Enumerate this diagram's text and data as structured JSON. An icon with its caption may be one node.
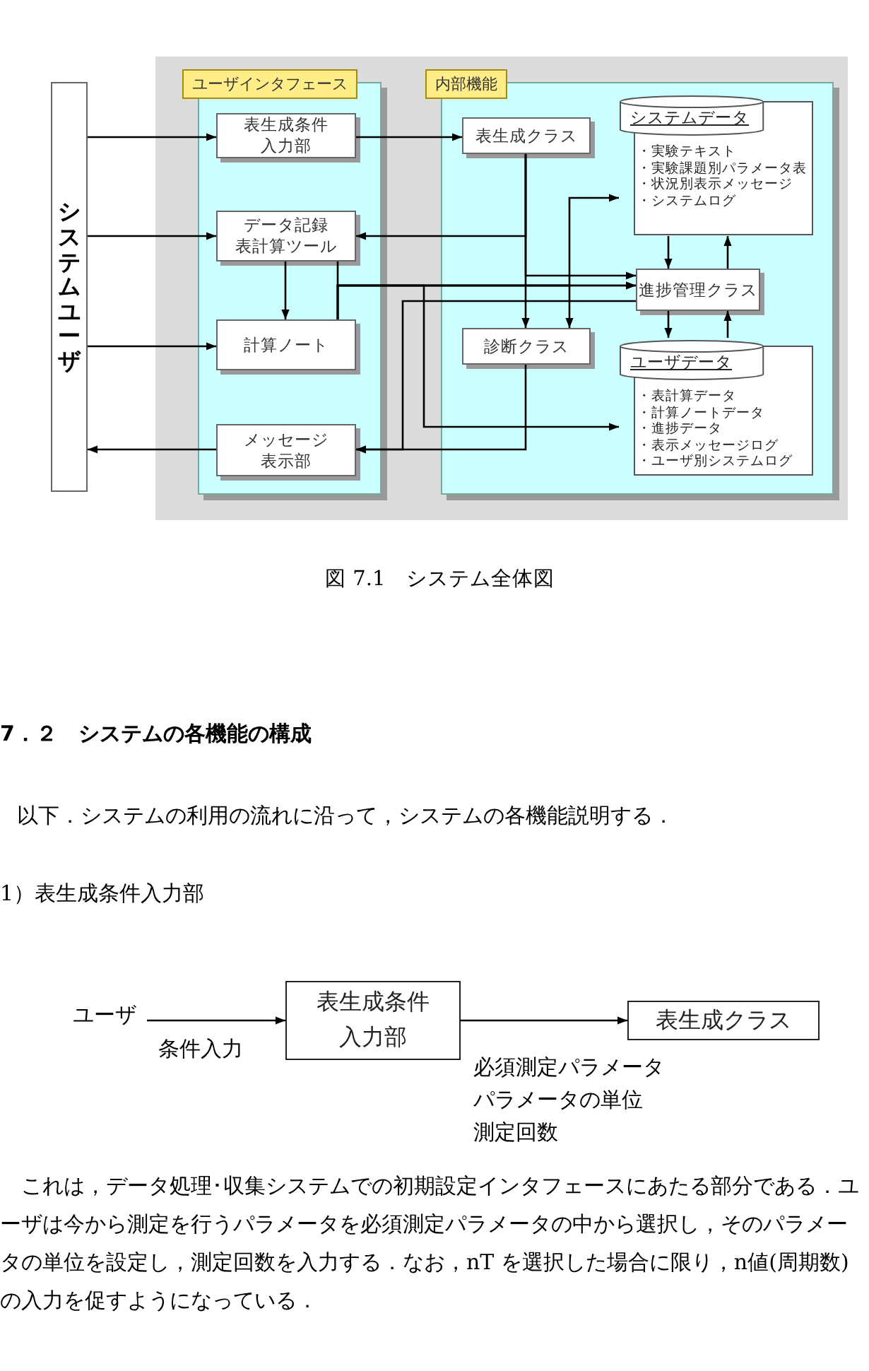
{
  "diagram": {
    "caption": "図 7.1　システム全体図",
    "nodes": [
      {
        "text": [
          "システムユーザ"
        ]
      },
      {
        "text": [
          "ユーザインタフェース"
        ]
      },
      {
        "text": [
          "表生成条件入力部"
        ],
        "in": 1
      },
      {
        "text": [
          "データ記録表計算ツール"
        ],
        "in": 1
      },
      {
        "text": [
          "計算ノート"
        ],
        "in": 1
      },
      {
        "text": [
          "メッセージ表示部"
        ],
        "in": 1
      },
      {
        "text": [
          "内部機能"
        ]
      },
      {
        "text": [
          "表生成クラス"
        ],
        "in": 6
      },
      {
        "text": [
          "システムデータ",
          "・実験テキスト",
          "・実験課題別パラメータ表",
          "・状況別表示メッセージ",
          "・システムログ"
        ],
        "in": 6
      },
      {
        "text": [
          "進捗管理クラス"
        ],
        "in": 6
      },
      {
        "text": [
          "診断クラス"
        ],
        "in": 6
      },
      {
        "text": [
          "ユーザデータ",
          "・表計算データ",
          "・計算ノートデータ",
          "・進捗データ",
          "・表示メッセージログ",
          "・ユーザ別システムログ"
        ],
        "in": 6
      },
      {
        "text": [
          "ユーザ"
        ]
      },
      {
        "text": [
          "表生成条件入力部"
        ]
      },
      {
        "text": [
          "表生成クラス"
        ]
      }
    ],
    "edges": [
      {
        "from": 0,
        "to": 2,
        "arrow": "to"
      },
      {
        "from": 0,
        "to": 3,
        "arrow": "to"
      },
      {
        "from": 0,
        "to": 4,
        "arrow": "to"
      },
      {
        "from": 5,
        "to": 0,
        "arrow": "to"
      },
      {
        "from": 2,
        "to": 7,
        "arrow": "to"
      },
      {
        "from": 3,
        "to": 4,
        "arrow": "to"
      },
      {
        "from": 7,
        "to": 3,
        "arrow": "to"
      },
      {
        "from": 7,
        "to": 9,
        "arrow": "to"
      },
      {
        "from": 7,
        "to": 10,
        "arrow": "to"
      },
      {
        "from": 3,
        "to": 9,
        "arrow": "to"
      },
      {
        "from": 4,
        "to": 9,
        "arrow": "to"
      },
      {
        "from": 4,
        "to": 10,
        "arrow": "to"
      },
      {
        "from": 4,
        "to": 8,
        "arrow": "to"
      },
      {
        "from": 4,
        "to": 11,
        "arrow": "to"
      },
      {
        "from": 9,
        "to": 5,
        "arrow": "to"
      },
      {
        "from": 10,
        "to": 5,
        "arrow": "to"
      },
      {
        "from": 8,
        "to": 9,
        "arrow": "to"
      },
      {
        "from": 9,
        "to": 8,
        "arrow": "to"
      },
      {
        "from": 9,
        "to": 11,
        "arrow": "to"
      },
      {
        "from": 11,
        "to": 9,
        "arrow": "to"
      },
      {
        "from": 12,
        "to": 13,
        "arrow": "to",
        "label": "条件入力"
      },
      {
        "from": 13,
        "to": 14,
        "arrow": "to"
      }
    ],
    "labels": [
      "7．２　システムの各機能の構成",
      "以下．システムの利用の流れに沿って，システムの各機能説明する．",
      "1）表生成条件入力部",
      "必須測定パラメータ",
      "パラメータの単位",
      "測定回数",
      "これは，データ処理･収集システムでの初期設定インタフェースにあたる部分である．ユーザは今から測定を行うパラメータを必須測定パラメータの中から選択し，そのパラメータの単位を設定し，測定回数を入力する．なお，nT を選択した場合に限り，n値(周期数)の入力を促すようになっている．"
    ]
  }
}
